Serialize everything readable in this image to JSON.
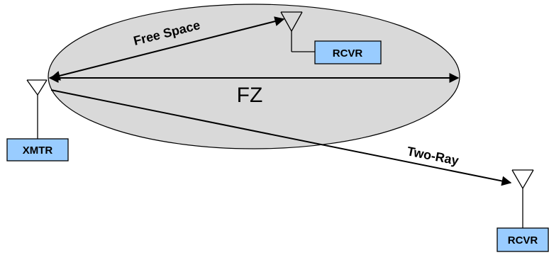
{
  "diagram": {
    "fresnel_zone_label": "FZ",
    "free_space_label": "Free Space",
    "two_ray_label": "Two-Ray",
    "transmitter_label": "XMTR",
    "receiver_near_label": "RCVR",
    "receiver_far_label": "RCVR"
  },
  "colors": {
    "ellipse_fill": "#d9d9d9",
    "box_fill": "#99ccff",
    "line": "#000000"
  }
}
